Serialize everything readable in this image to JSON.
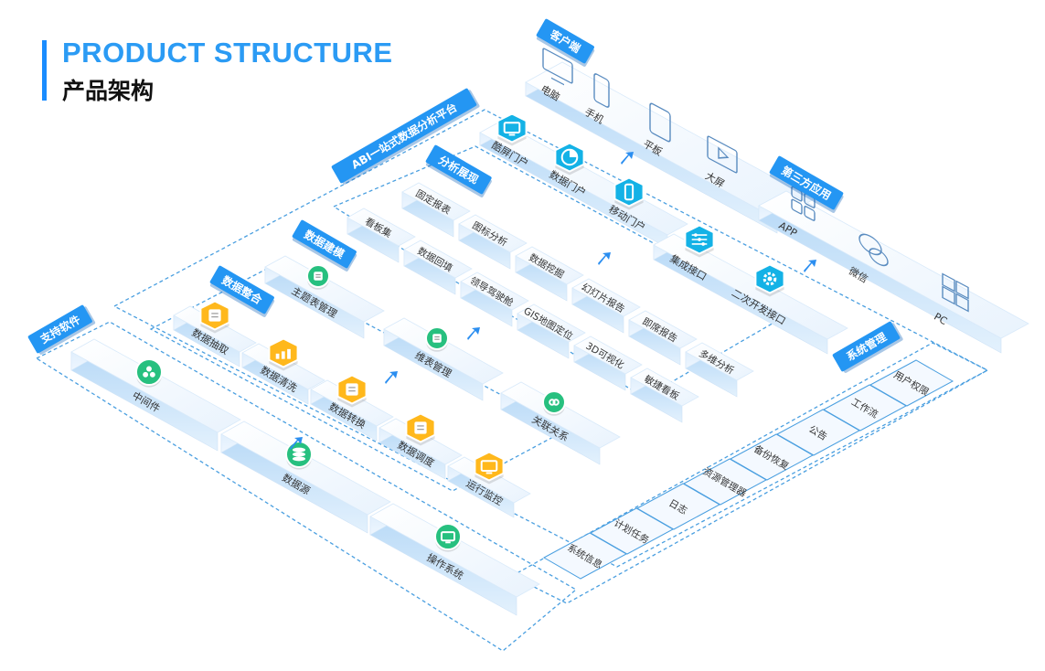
{
  "header": {
    "title_en": "PRODUCT STRUCTURE",
    "title_zh": "产品架构"
  },
  "colors": {
    "accent": "#1a8cff",
    "tag": "#2496f3",
    "green": "#27c07f",
    "yellow": "#ffb81c",
    "cyan": "#14b2e6",
    "dashed": "#4a9fe0"
  },
  "tags": {
    "abi": "ABI一站式数据分析平台",
    "client": "客户端",
    "analysis": "分析展现",
    "third_party": "第三方应用",
    "modeling": "数据建模",
    "integration": "数据整合",
    "support": "支持软件",
    "system": "系统管理"
  },
  "client": {
    "items": [
      {
        "label": "电脑",
        "icon": "monitor-icon"
      },
      {
        "label": "手机",
        "icon": "phone-icon"
      },
      {
        "label": "平板",
        "icon": "tablet-icon"
      },
      {
        "label": "大屏",
        "icon": "big-screen-icon"
      }
    ]
  },
  "portals": {
    "items": [
      {
        "label": "酷屏门户",
        "icon": "screen-portal-icon"
      },
      {
        "label": "数据门户",
        "icon": "pie-chart-icon"
      },
      {
        "label": "移动门户",
        "icon": "mobile-icon"
      }
    ]
  },
  "third_party": {
    "items": [
      {
        "label": "APP",
        "icon": "app-grid-icon"
      },
      {
        "label": "微信",
        "icon": "wechat-icon"
      },
      {
        "label": "PC",
        "icon": "windows-icon"
      }
    ]
  },
  "interfaces": {
    "items": [
      {
        "label": "集成接口",
        "icon": "sliders-icon"
      },
      {
        "label": "二次开发接口",
        "icon": "gear-icon"
      }
    ]
  },
  "analysis": {
    "rows": [
      [
        "固定报表",
        "图标分析",
        "数据挖掘",
        "幻灯片报告",
        "即席报告",
        "多维分析"
      ],
      [
        "看板集",
        "数据回填",
        "领导驾驶舱",
        "GIS地图定位",
        "3D可视化",
        "敏捷看板"
      ]
    ]
  },
  "modeling": {
    "items": [
      {
        "label": "主题表管理",
        "icon": "table-doc-icon"
      },
      {
        "label": "维表管理",
        "icon": "dimension-icon"
      },
      {
        "label": "关联关系",
        "icon": "link-icon"
      }
    ]
  },
  "integration": {
    "items": [
      {
        "label": "数据抽取",
        "icon": "extract-icon"
      },
      {
        "label": "数据清洗",
        "icon": "bar-chart-icon"
      },
      {
        "label": "数据转换",
        "icon": "transform-icon"
      },
      {
        "label": "数据调度",
        "icon": "schedule-icon"
      },
      {
        "label": "运行监控",
        "icon": "monitor-run-icon"
      }
    ]
  },
  "support": {
    "items": [
      {
        "label": "中间件",
        "icon": "cluster-icon"
      },
      {
        "label": "数据源",
        "icon": "database-icon"
      },
      {
        "label": "操作系统",
        "icon": "os-icon"
      }
    ]
  },
  "system": {
    "items": [
      "系统信息",
      "计划任务",
      "日志",
      "资源管理器",
      "备份恢复",
      "公告",
      "工作流",
      "用户权限"
    ]
  }
}
